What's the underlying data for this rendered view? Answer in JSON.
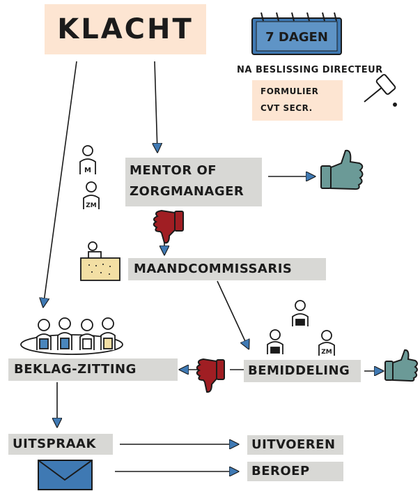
{
  "title": "KLACHT",
  "deadline": {
    "calendar_label": "7 DAGEN",
    "note": "NA BESLISSING DIRECTEUR",
    "form_lines": [
      "FORMULIER",
      "CVT SECR."
    ]
  },
  "nodes": {
    "mentor_line1": "MENTOR OF",
    "mentor_line2": "ZORGMANAGER",
    "maandcommissaris": "MAANDCOMMISSARIS",
    "bemiddeling": "BEMIDDELING",
    "beklag_zitting": "BEKLAG-ZITTING",
    "uitspraak": "UITSPRAAK",
    "uitvoeren": "UITVOEREN",
    "beroep": "BEROEP"
  },
  "person_badges": {
    "mentor": "M",
    "zorgmanager": "ZM",
    "mediator_top": "",
    "mediator_zm": "ZM"
  },
  "colors": {
    "blue": "#4a86bc",
    "green_thumb": "#6b9a97",
    "red_thumb": "#a01e23",
    "grey_label": "#d8d8d5",
    "peach": "#fde5d2",
    "calendar": "#3f79b3",
    "ink": "#1b1b1b"
  },
  "icons": [
    "calendar-icon",
    "gavel-icon",
    "person-mentor-icon",
    "person-zorgmanager-icon",
    "thumbs-up-icon",
    "thumbs-down-icon",
    "commissaris-desk-icon",
    "mediator-icons",
    "committee-icons",
    "envelope-icon"
  ]
}
